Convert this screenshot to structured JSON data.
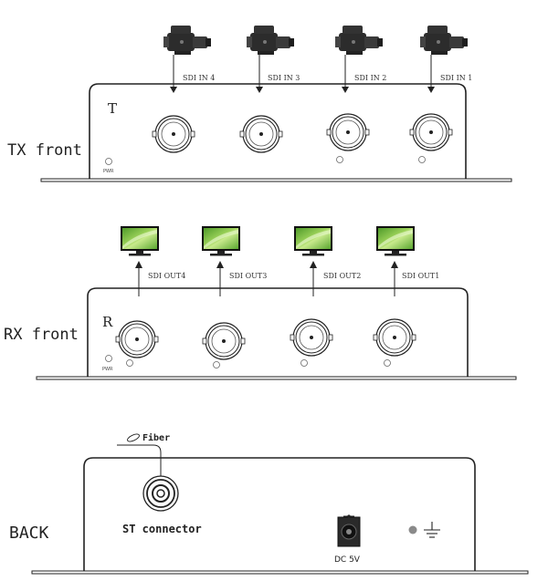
{
  "tx": {
    "section_label": "TX front",
    "panel_letter": "T",
    "pwr_label": "PWR",
    "inputs": [
      {
        "label": "SDI IN 4",
        "icon": "video-camera-icon"
      },
      {
        "label": "SDI IN 3",
        "icon": "video-camera-icon"
      },
      {
        "label": "SDI IN 2",
        "icon": "video-camera-icon"
      },
      {
        "label": "SDI IN 1",
        "icon": "video-camera-icon"
      }
    ]
  },
  "rx": {
    "section_label": "RX front",
    "panel_letter": "R",
    "pwr_label": "PWR",
    "outputs": [
      {
        "label": "SDI OUT4",
        "icon": "monitor-icon"
      },
      {
        "label": "SDI OUT3",
        "icon": "monitor-icon"
      },
      {
        "label": "SDI OUT2",
        "icon": "monitor-icon"
      },
      {
        "label": "SDI OUT1",
        "icon": "monitor-icon"
      }
    ]
  },
  "back": {
    "section_label": "BACK",
    "fiber_label": "Fiber",
    "connector_label": "ST connector",
    "dc_label": "DC 5V",
    "ground_icon": "ground-icon"
  },
  "colors": {
    "line": "#222222",
    "screen_green": "#7cc242",
    "led_grey": "#8a8a8a"
  }
}
